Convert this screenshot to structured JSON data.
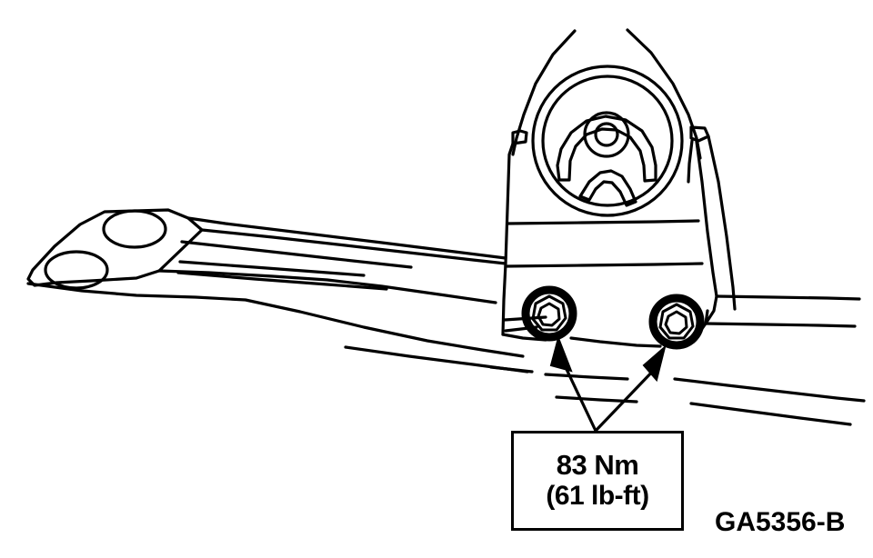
{
  "figure": {
    "type": "technical-line-drawing",
    "subject": "engine mount bracket assembly",
    "background_color": "#ffffff",
    "line_color": "#000000"
  },
  "callout": {
    "metric_torque": "83 Nm",
    "imperial_torque": "(61 lb-ft)",
    "points_to": "two mount-to-bracket bolts"
  },
  "reference": {
    "label": "GA5356-B"
  },
  "components": {
    "mount_body": "rubber engine mount with concentric rings",
    "center_hub": "center stud hole",
    "upper_slot": "upper arc relief slot",
    "lower_chevron": "lower chevron relief",
    "left_flange": "mounting flange with two bolt holes",
    "support_arm": "transmission support arm",
    "right_gusset": "right side reinforcement gusset",
    "bolt_left": "left mounting bolt",
    "bolt_right": "right mounting bolt"
  }
}
